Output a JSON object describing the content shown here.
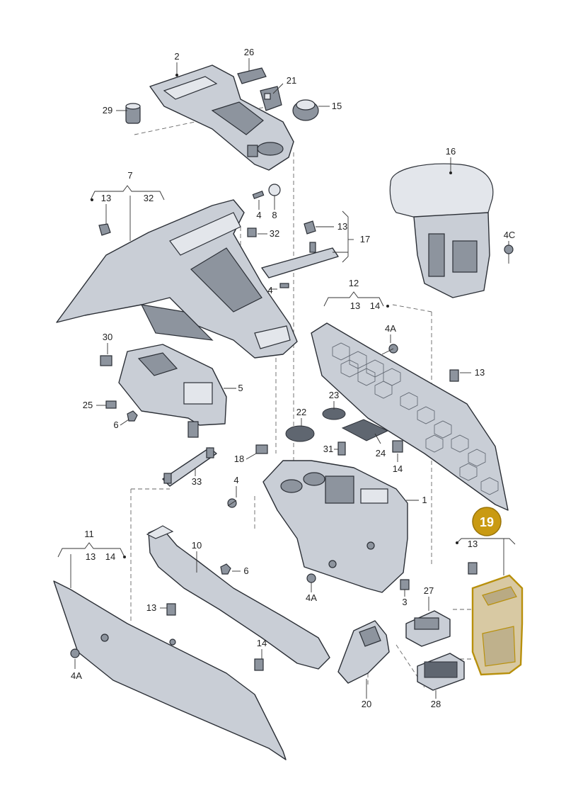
{
  "diagram": {
    "highlight_color": "#c99a12",
    "part_fill": "#c9ced6",
    "callouts": {
      "c2": "2",
      "c26": "26",
      "c21": "21",
      "c29": "29",
      "c15": "15",
      "c16": "16",
      "c7": "7",
      "c13a": "13",
      "c32a": "32",
      "c4a": "4",
      "c8": "8",
      "c13b": "13",
      "c17": "17",
      "c32b": "32",
      "c4C": "4C",
      "c4b": "4",
      "c12": "12",
      "c13c": "13",
      "c14a": "14",
      "c4A_a": "4A",
      "c13d": "13",
      "c30": "30",
      "c5": "5",
      "c23": "23",
      "c25": "25",
      "c6a": "6",
      "c22": "22",
      "c31": "31",
      "c24": "24",
      "c18": "18",
      "c14b": "14",
      "c33": "33",
      "c4c": "4",
      "c1": "1",
      "c19": "19",
      "c11": "11",
      "c13e": "13",
      "c14c": "14",
      "c10": "10",
      "c13f": "13",
      "c6b": "6",
      "c4A_b": "4A",
      "c3": "3",
      "c27": "27",
      "c13g": "13",
      "c14d": "14",
      "c4A_c": "4A",
      "c20": "20",
      "c28": "28"
    }
  }
}
